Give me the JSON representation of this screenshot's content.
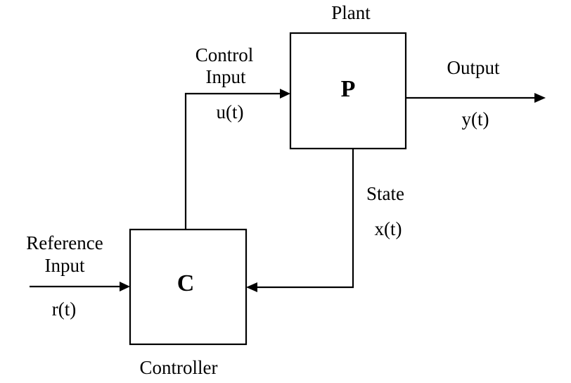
{
  "plant": {
    "title": "Plant",
    "symbol": "P"
  },
  "controller": {
    "title": "Controller",
    "symbol": "C"
  },
  "control_input": {
    "line1": "Control",
    "line2": "Input",
    "signal": "u(t)"
  },
  "output": {
    "label": "Output",
    "signal": "y(t)"
  },
  "state": {
    "label": "State",
    "signal": "x(t)"
  },
  "reference_input": {
    "line1": "Reference",
    "line2": "Input",
    "signal": "r(t)"
  },
  "colors": {
    "line": "#000000",
    "background": "#ffffff"
  }
}
